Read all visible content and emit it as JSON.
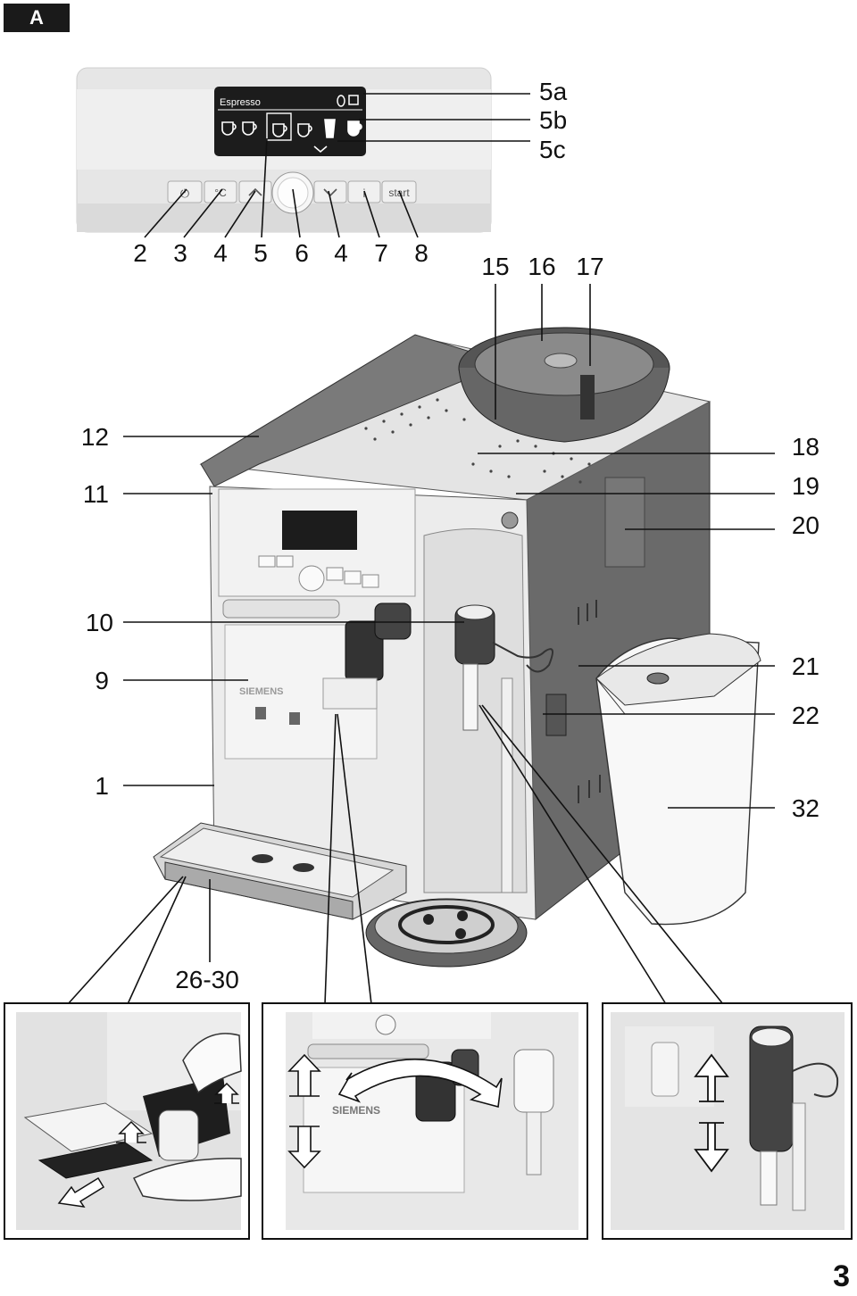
{
  "section_label": "A",
  "page_number": "3",
  "panel": {
    "display_title": "Espresso",
    "buttons": {
      "power": "⏻",
      "temp": "°C",
      "info": "i",
      "start": "start"
    }
  },
  "callouts": {
    "c5a": "5a",
    "c5b": "5b",
    "c5c": "5c",
    "c2": "2",
    "c3": "3",
    "c4a": "4",
    "c5": "5",
    "c6": "6",
    "c4b": "4",
    "c7": "7",
    "c8": "8",
    "c15": "15",
    "c16": "16",
    "c17": "17",
    "c12": "12",
    "c11": "11",
    "c10": "10",
    "c9": "9",
    "c1": "1",
    "c18": "18",
    "c19": "19",
    "c20": "20",
    "c21": "21",
    "c22": "22",
    "c32": "32",
    "c26_30": "26-30"
  },
  "brand": "SIEMENS",
  "colors": {
    "dark": "#1a1a1a",
    "panel": "#e4e4e4",
    "body": "#e9e9e9",
    "side": "#6a6a6a"
  }
}
